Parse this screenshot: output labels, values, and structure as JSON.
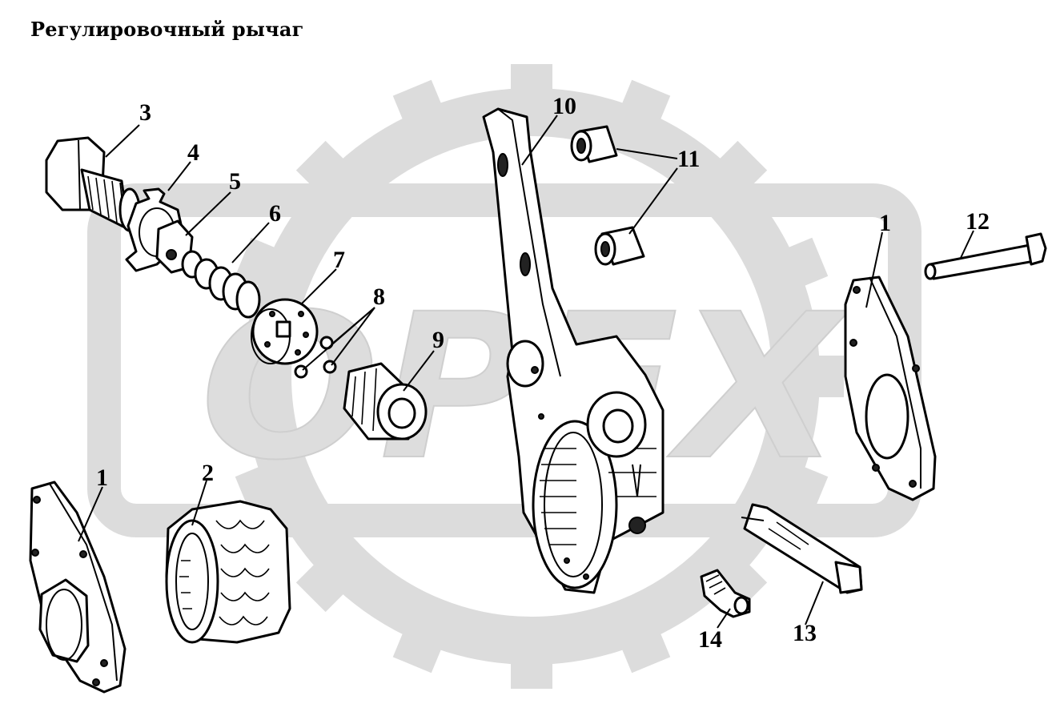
{
  "title": "Регулировочный рычаг",
  "watermark": {
    "text": "OPEX",
    "color": "#dcdcdc",
    "gear_icon": "gear-icon"
  },
  "callouts": [
    {
      "id": "1",
      "part": "washer-left"
    },
    {
      "id": "1",
      "part": "washer-right"
    },
    {
      "id": "2",
      "part": "worm-gear"
    },
    {
      "id": "3",
      "part": "nut"
    },
    {
      "id": "4",
      "part": "lock-washer"
    },
    {
      "id": "5",
      "part": "bushing"
    },
    {
      "id": "6",
      "part": "spring"
    },
    {
      "id": "7",
      "part": "retainer-plate"
    },
    {
      "id": "8",
      "part": "balls"
    },
    {
      "id": "9",
      "part": "worm"
    },
    {
      "id": "10",
      "part": "lever-body"
    },
    {
      "id": "11",
      "part": "bushings"
    },
    {
      "id": "12",
      "part": "bolt"
    },
    {
      "id": "13",
      "part": "worm-shaft"
    },
    {
      "id": "14",
      "part": "grease-fitting"
    }
  ]
}
